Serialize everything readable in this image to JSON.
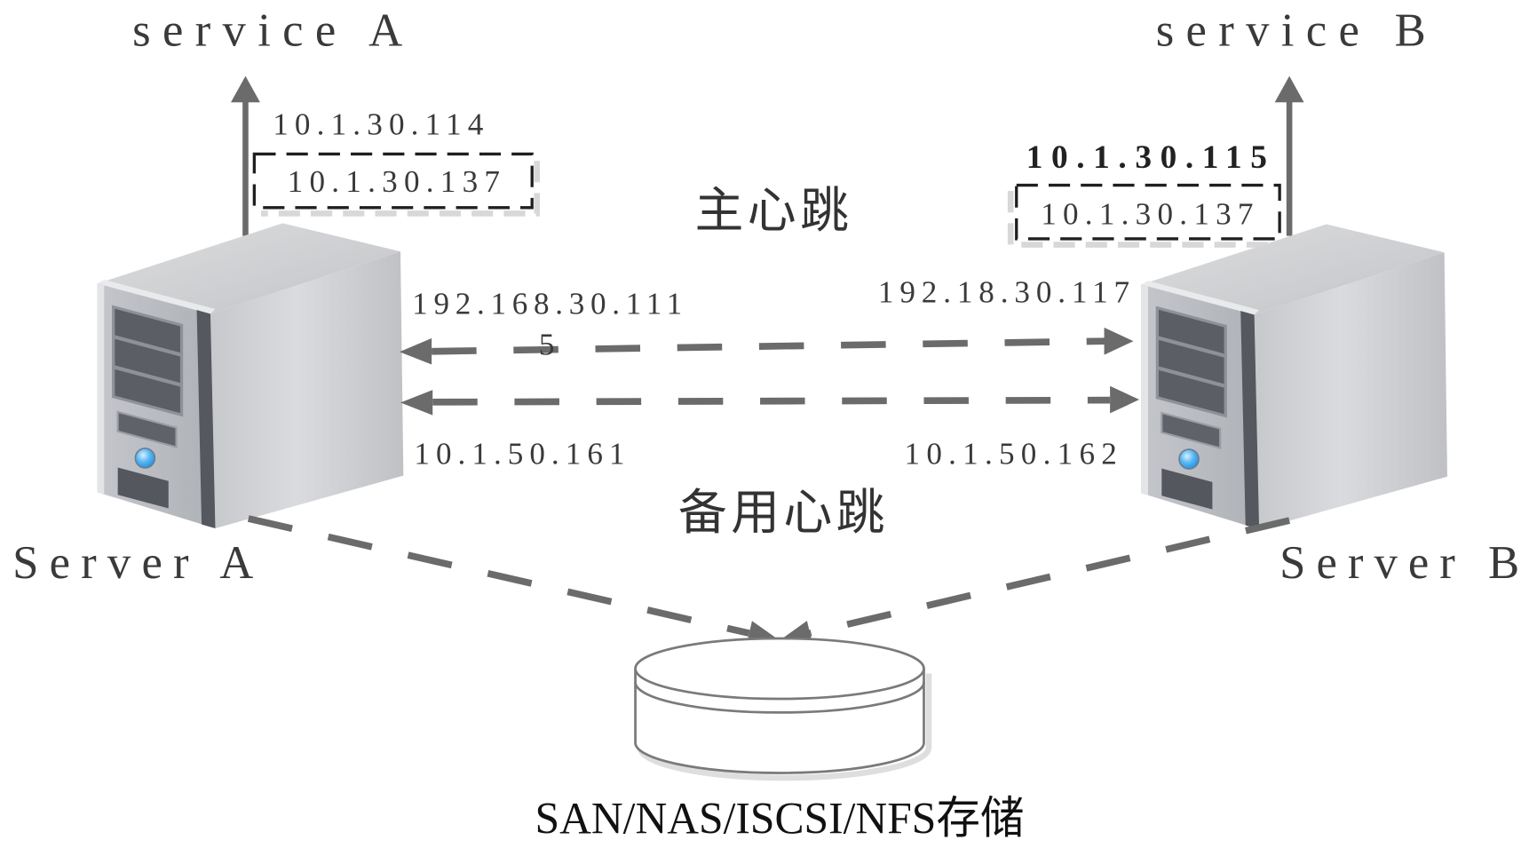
{
  "services": {
    "a": {
      "label": "service A"
    },
    "b": {
      "label": "service B"
    }
  },
  "server_a": {
    "label": "Server A",
    "service_ip": "10.1.30.114",
    "virtual_ip": "10.1.30.137",
    "main_heartbeat_ip_lines": [
      "192.168.30.111",
      "5"
    ],
    "backup_heartbeat_ip": "10.1.50.161"
  },
  "server_b": {
    "label": "Server B",
    "service_ip": "10.1.30.115",
    "virtual_ip": "10.1.30.137",
    "main_heartbeat_ip": "192.18.30.117",
    "backup_heartbeat_ip": "10.1.50.162"
  },
  "heartbeat": {
    "main_label": "主心跳",
    "backup_label": "备用心跳"
  },
  "storage": {
    "label": "SAN/NAS/ISCSI/NFS存储"
  },
  "icons": {
    "server": "server-tower-icon",
    "storage": "storage-cylinder-icon",
    "service_arrow": "arrow-up-icon",
    "power_button": "power-button-icon"
  },
  "colors": {
    "line": "#6b6b6b",
    "box_border": "#1f1f1f",
    "storage_stroke": "#7a7a7a",
    "text": "#3a3a3a",
    "power_button": "#1e8fe0"
  }
}
